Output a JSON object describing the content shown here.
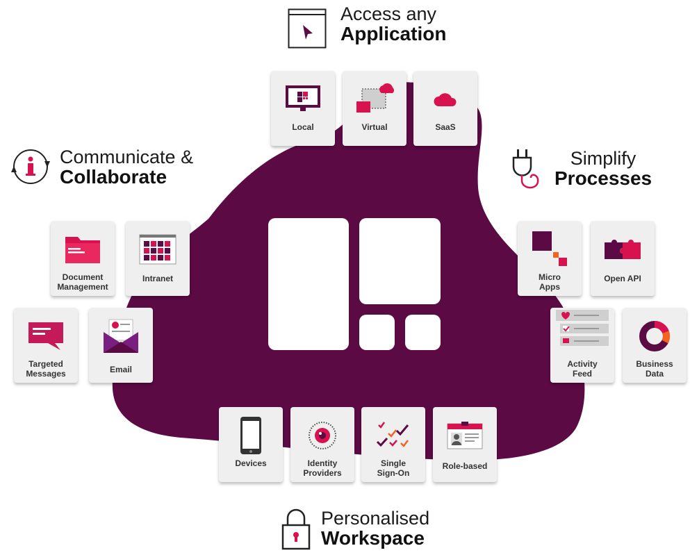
{
  "headings": {
    "access": {
      "light": "Access any",
      "bold": "Application"
    },
    "communicate": {
      "light": "Communicate &",
      "bold": "Collaborate"
    },
    "simplify": {
      "light": "Simplify",
      "bold": "Processes"
    },
    "personalised": {
      "light": "Personalised",
      "bold": "Workspace"
    }
  },
  "tiles": {
    "local": "Local",
    "virtual": "Virtual",
    "saas": "SaaS",
    "document_management": "Document\nManagement",
    "intranet": "Intranet",
    "targeted_messages": "Targeted\nMessages",
    "email": "Email",
    "micro_apps": "Micro\nApps",
    "open_api": "Open API",
    "activity_feed": "Activity\nFeed",
    "business_data": "Business\nData",
    "devices": "Devices",
    "identity_providers": "Identity\nProviders",
    "single_sign_on": "Single\nSign-On",
    "role_based": "Role-based"
  },
  "colors": {
    "brand_purple": "#5c0a44",
    "accent_pink": "#d8124f",
    "accent_orange": "#f2641f",
    "tile_bg": "#efefef"
  },
  "icons": [
    "cursor-window-icon",
    "info-cycle-icon",
    "plug-icon",
    "padlock-icon",
    "monitor-icon",
    "virtual-cloud-icon",
    "cloud-icon",
    "folder-icon",
    "grid-icon",
    "message-icon",
    "envelope-icon",
    "micro-apps-icon",
    "puzzle-icon",
    "feed-icon",
    "donut-chart-icon",
    "smartphone-icon",
    "eye-icon",
    "checkmarks-icon",
    "id-card-icon"
  ]
}
